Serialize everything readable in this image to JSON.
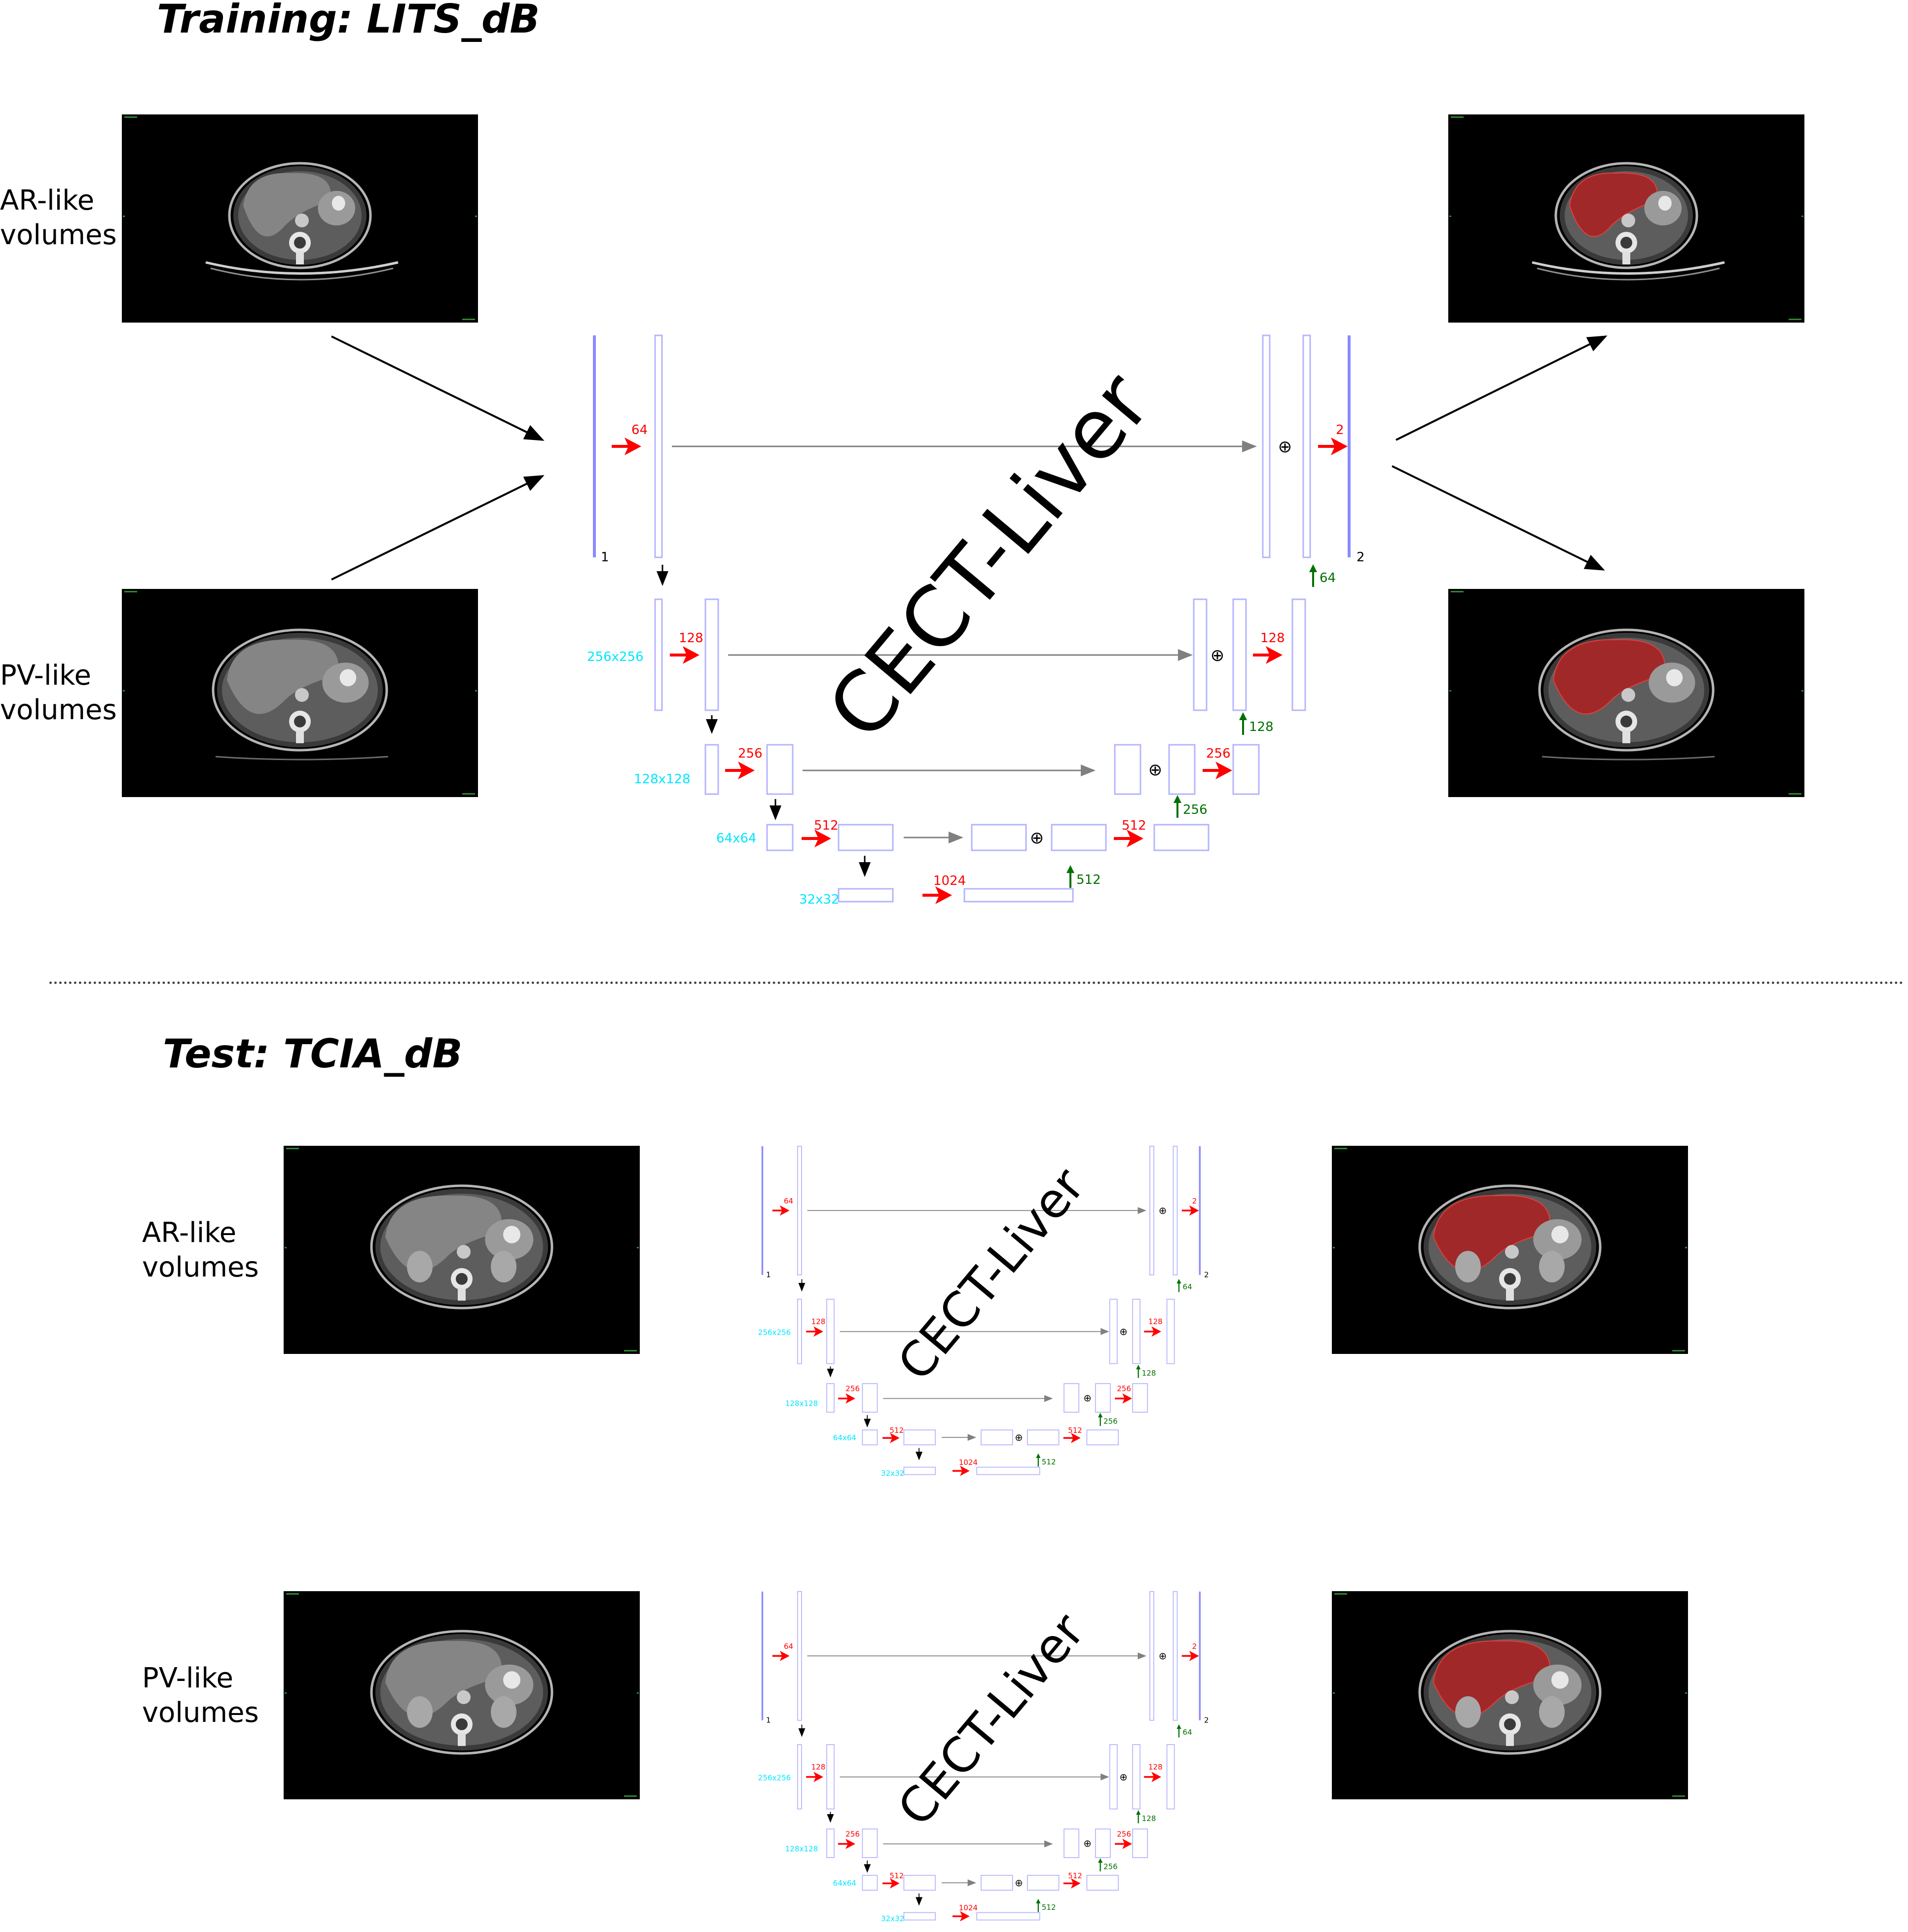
{
  "training": {
    "title": "Training: LITS_dB",
    "ar_label": "AR-like\nvolumes",
    "pv_label": "PV-like\nvolumes"
  },
  "test": {
    "title": "Test: TCIA_dB",
    "ar_label": "AR-like\nvolumes",
    "pv_label": "PV-like\nvolumes"
  },
  "unet": {
    "watermark": "CECT-Liver",
    "input_channels": "1",
    "output_channels": "2",
    "enc_filters": [
      "64",
      "128",
      "256",
      "512"
    ],
    "bottleneck_filters": "1024",
    "dec_filters": [
      "512",
      "256",
      "128",
      "2"
    ],
    "up_filters": [
      "512",
      "256",
      "128",
      "64"
    ],
    "resolutions": [
      "256x256",
      "128x128",
      "64x64",
      "32x32"
    ],
    "concat_symbol": "⊕"
  },
  "colors": {
    "block_outline": "#b4b4ff",
    "thick_bar": "#8a8aff",
    "conv_arrow": "#ff0000",
    "up_arrow": "#007000",
    "resolution_text": "#00e6ff",
    "skip_arrow": "#808080",
    "liver_mask": "#c81e1e",
    "ct_background": "#000000"
  }
}
